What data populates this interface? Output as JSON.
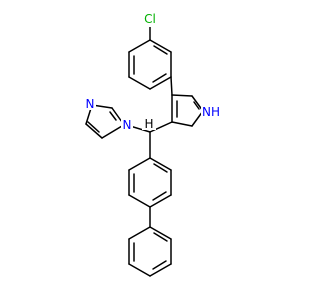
{
  "structure": {
    "atom_labels": [
      {
        "id": "cl",
        "text": "Cl",
        "color": "#00b000"
      },
      {
        "id": "nh",
        "text": "NH",
        "color": "#0000ff"
      },
      {
        "id": "n_imidazole_ring",
        "text": "N",
        "color": "#0000ff"
      },
      {
        "id": "n_imidazole_attached",
        "text": "N",
        "color": "#0000ff"
      },
      {
        "id": "h_methine",
        "text": "H",
        "color": "#000000"
      }
    ]
  }
}
